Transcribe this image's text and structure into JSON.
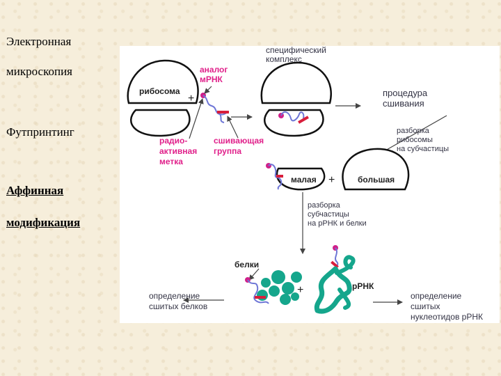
{
  "colors": {
    "background": "#f6eedb",
    "panel": "#ffffff",
    "outline": "#111111",
    "mrna": "#6e76d6",
    "label_dot": "#d0208a",
    "crosslinker": "#d81e3c",
    "protein": "#15a68c",
    "annotation": "#e0208a"
  },
  "left_labels": [
    {
      "lines": [
        "Электронная"
      ]
    },
    {
      "lines": [
        "микроскопия"
      ]
    },
    {
      "lines": [
        "Футпринтинг"
      ]
    },
    {
      "lines": [
        "Аффинная"
      ]
    },
    {
      "lines": [
        "модификация"
      ]
    }
  ],
  "diagram": {
    "ribosome_label": "рибосома",
    "mrna_analog": [
      "аналог",
      "мРНК"
    ],
    "radio_label": [
      "радио-",
      "активная",
      "метка"
    ],
    "crosslink_group": [
      "сшивающая",
      "группа"
    ],
    "specific_complex": [
      "специфический",
      "комплекс"
    ],
    "procedure": [
      "процедура",
      "сшивания"
    ],
    "disassembly_ribosome": [
      "разборка",
      "рибосомы",
      "на субчастицы"
    ],
    "small": "малая",
    "large": "большая",
    "disassembly_subunit": [
      "разборка",
      "субчастицы",
      "на рРНК и белки"
    ],
    "proteins": "белки",
    "rrna": "рРНК",
    "detect_proteins": [
      "определение",
      "сшитых белков"
    ],
    "detect_nucleotides": [
      "определение",
      "сшитых",
      "нуклеотидов рРНК"
    ],
    "plus": "+"
  }
}
